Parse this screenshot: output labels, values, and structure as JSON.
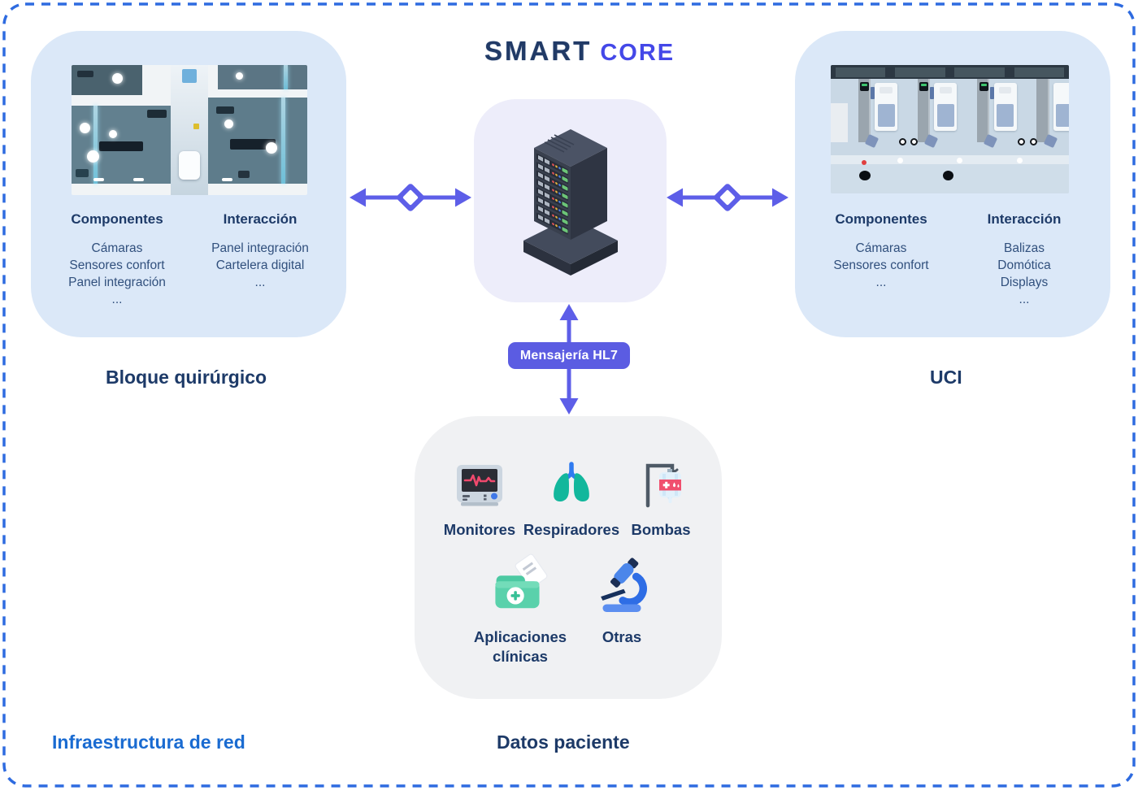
{
  "logo": {
    "smart": "SMART",
    "core": "CORE"
  },
  "surgical_block": {
    "title": "Bloque quirúrgico",
    "componentes": {
      "heading": "Componentes",
      "items": [
        "Cámaras",
        "Sensores confort",
        "Panel integración",
        "..."
      ]
    },
    "interaccion": {
      "heading": "Interacción",
      "items": [
        "Panel integración",
        "Cartelera digital",
        "..."
      ]
    }
  },
  "uci": {
    "title": "UCI",
    "componentes": {
      "heading": "Componentes",
      "items": [
        "Cámaras",
        "Sensores confort",
        "..."
      ]
    },
    "interaccion": {
      "heading": "Interacción",
      "items": [
        "Balizas",
        "Domótica",
        "Displays",
        "..."
      ]
    }
  },
  "hl7": {
    "label": "Mensajería HL7"
  },
  "patient_data": {
    "title": "Datos paciente",
    "items": [
      {
        "label": "Monitores",
        "icon": "patient-monitor-icon"
      },
      {
        "label": "Respiradores",
        "icon": "lungs-icon"
      },
      {
        "label": "Bombas",
        "icon": "iv-bag-icon"
      },
      {
        "label": "Aplicaciones clínicas",
        "icon": "clinical-apps-folder-icon"
      },
      {
        "label": "Otras",
        "icon": "microscope-icon"
      }
    ]
  },
  "network": {
    "title": "Infraestructura de red"
  },
  "core_node": {
    "icon": "server-rack-icon"
  },
  "colors": {
    "accent_indigo": "#5d5ee8",
    "pill_purple": "#5b5ce2",
    "panel_blue": "#dbe8f8",
    "panel_lavender": "#ededfa",
    "panel_gray": "#f0f1f3",
    "navy_text": "#1d3a68",
    "list_text": "#31507d",
    "network_blue": "#1a6bd1",
    "frame_blue": "#2e6be0",
    "logo_navy": "#213a66",
    "logo_core_blue": "#4448e8"
  }
}
